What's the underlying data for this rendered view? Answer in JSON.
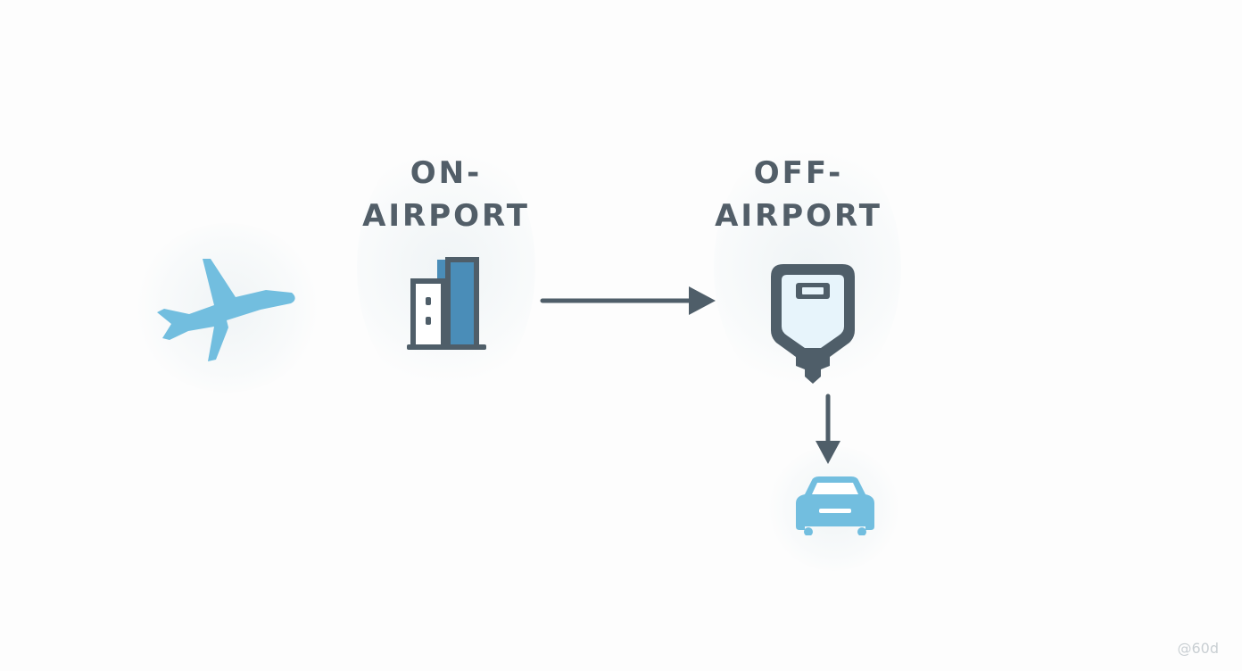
{
  "on_airport": {
    "line1": "ON-",
    "line2": "AIRPORT"
  },
  "off_airport": {
    "line1": "OFF-",
    "line2": "AIRPORT"
  },
  "watermark": "@60d",
  "icons": {
    "airplane": "airplane-icon",
    "building": "building-icon",
    "rental_key": "key-fob-icon",
    "car": "car-icon"
  },
  "colors": {
    "label": "#525e68",
    "light_blue": "#72bedf",
    "dark_slate": "#4f5e69",
    "arrow": "#4f5e69"
  }
}
